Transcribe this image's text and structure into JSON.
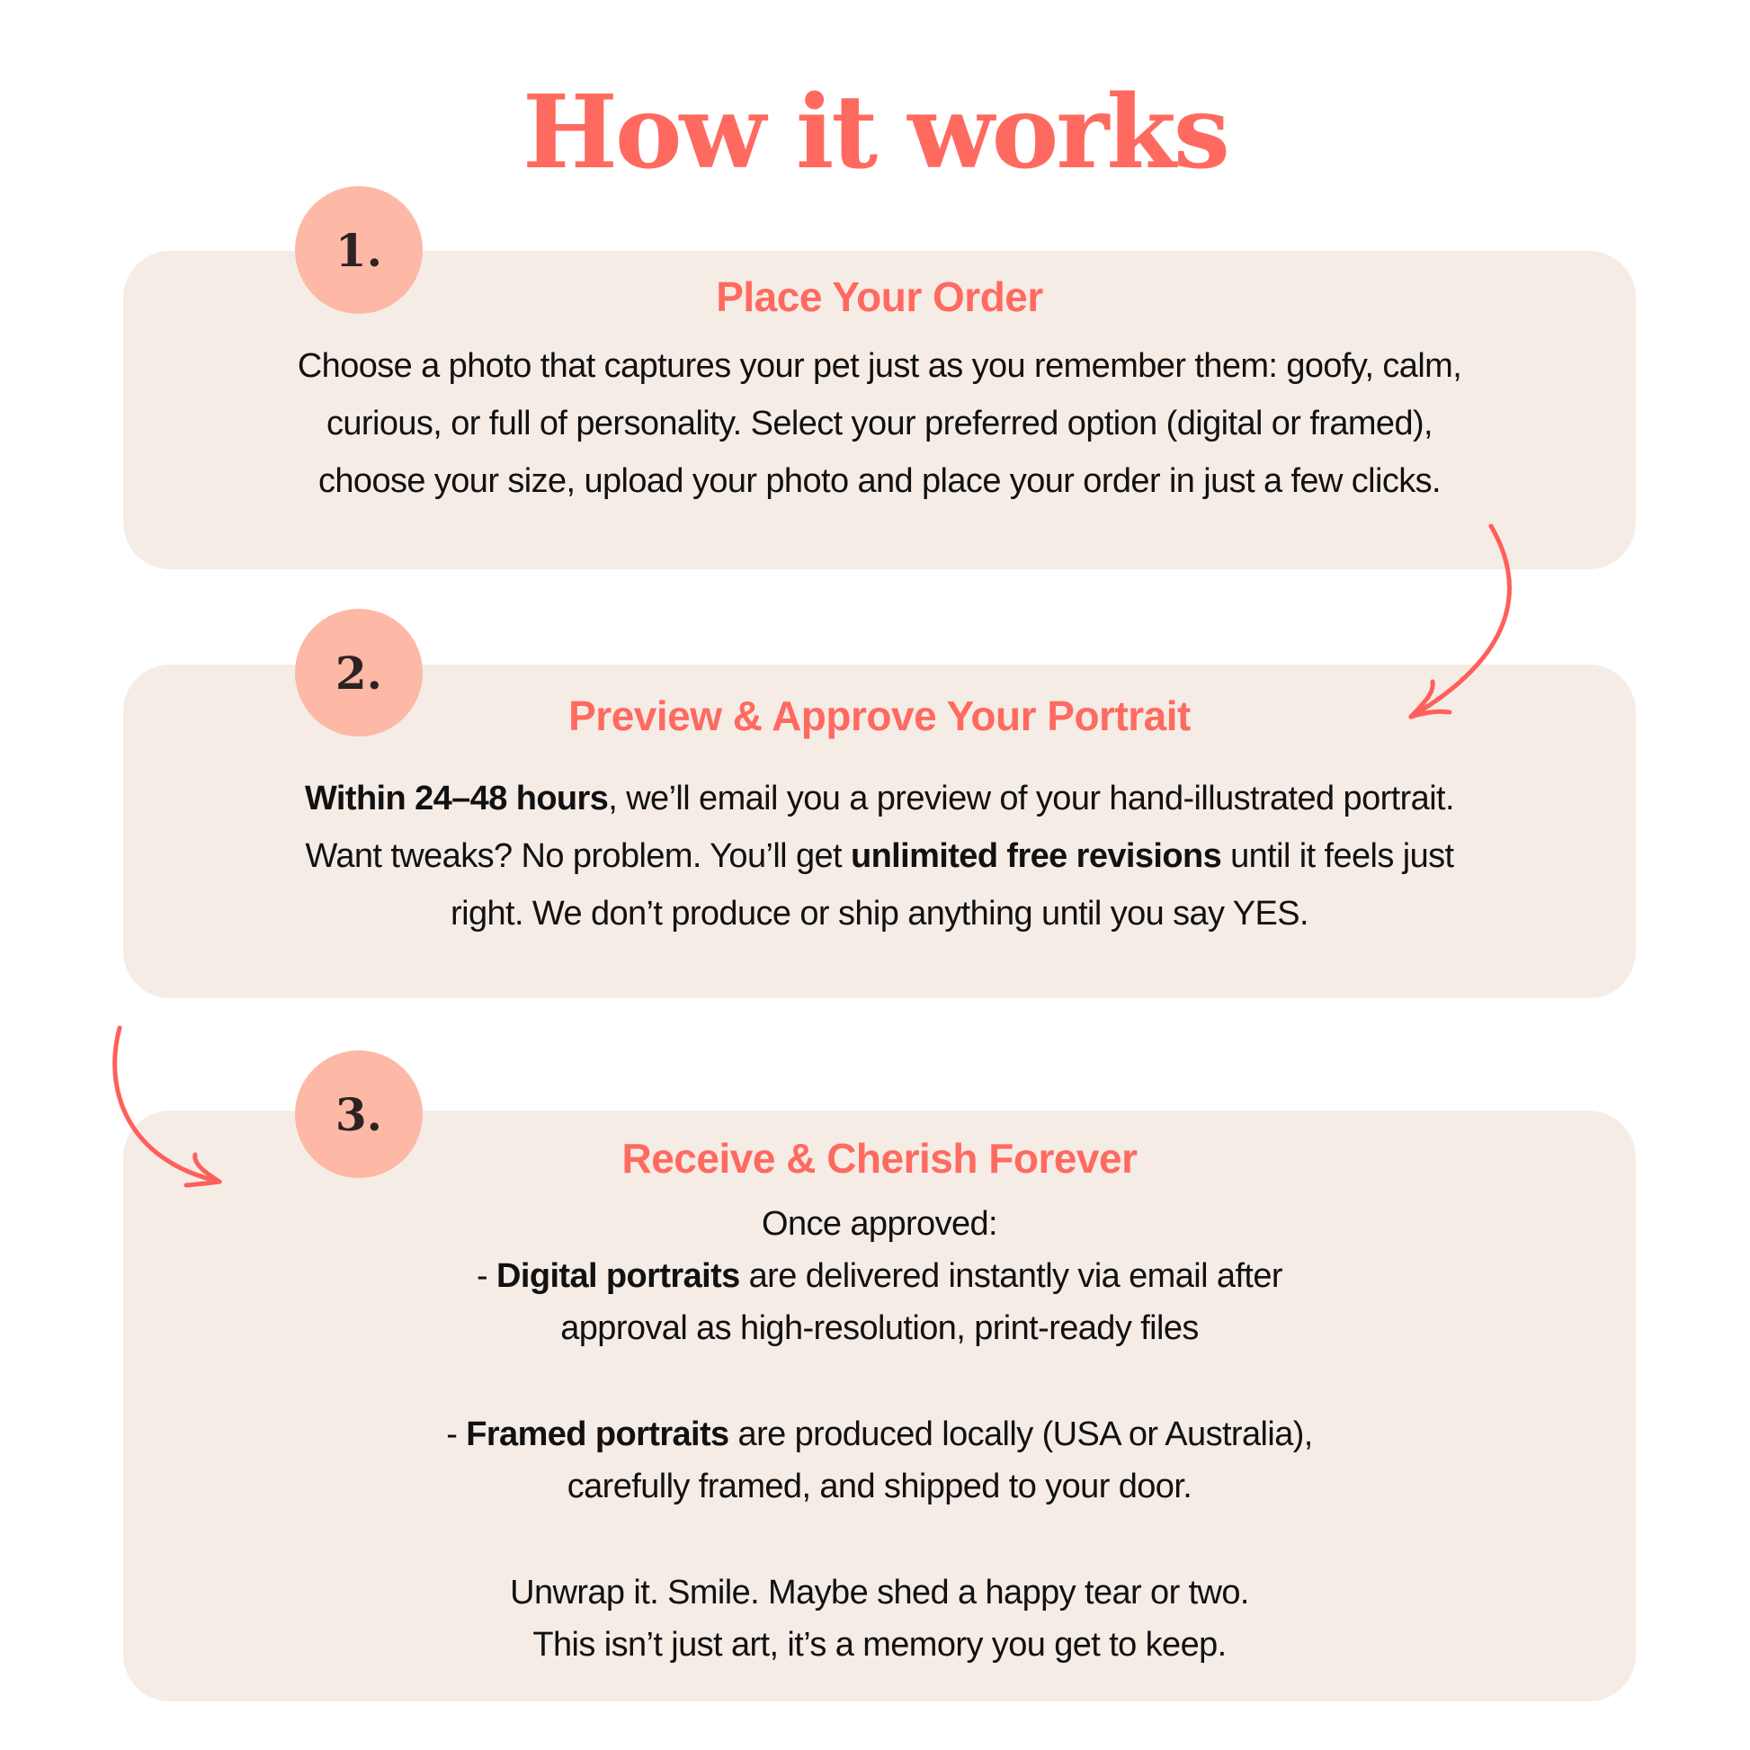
{
  "title": "How it works",
  "colors": {
    "accent": "#FF6A60",
    "card": "#F5ECE6",
    "circle": "#FDB8A6"
  },
  "steps": [
    {
      "number": "1.",
      "heading": "Place Your Order",
      "lines": [
        "Choose a photo that captures your pet just as you remember them: goofy, calm,",
        "curious, or full of personality. Select your preferred option (digital or framed),",
        "choose your size, upload your photo and place your order in just a few clicks."
      ]
    },
    {
      "number": "2.",
      "heading": "Preview & Approve Your Portrait",
      "line1_bold": "Within 24–48 hours",
      "line1_rest": ", we’ll email you a preview of your hand-illustrated portrait.",
      "line2_pre": "Want tweaks? No problem. You’ll get ",
      "line2_bold": "unlimited free revisions",
      "line2_post": " until it feels just",
      "line3": "right. We don’t produce or ship anything until you say YES."
    },
    {
      "number": "3.",
      "heading": "Receive & Cherish Forever",
      "intro": "Once approved:",
      "digital_dash": "- ",
      "digital_bold": "Digital portraits",
      "digital_rest": " are delivered instantly via email after",
      "digital_line2": "approval as high-resolution, print-ready files",
      "framed_dash": "- ",
      "framed_bold": "Framed portraits",
      "framed_rest": " are produced locally (USA or Australia),",
      "framed_line2": "carefully framed, and shipped to your door.",
      "closing1": "Unwrap it. Smile. Maybe shed a happy tear or two.",
      "closing2": "This isn’t just art, it’s a memory you get to keep."
    }
  ]
}
